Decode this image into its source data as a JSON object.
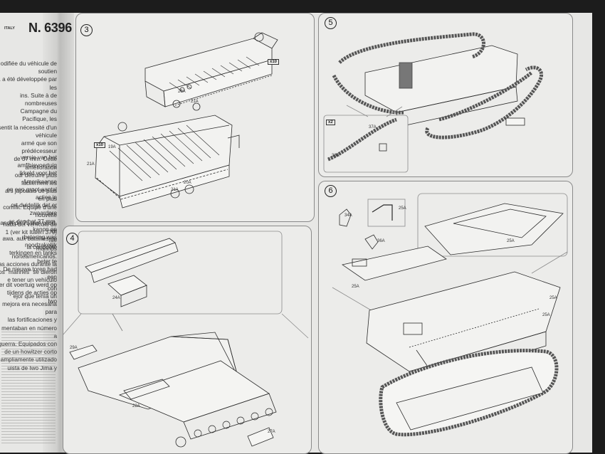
{
  "header": {
    "title": "N. 6396",
    "country": "ITALY"
  },
  "steps": {
    "s3": "3",
    "s4": "4",
    "s5": "5",
    "s6": "6"
  },
  "text_fr": "odifiée du véhicule de soutien\n1 a été développée par les\nins. Suite à de nombreuses\nCampagne du Pacifique, les\nsentit la nécessité d'un véhicule\narmé que son prédécesseur\n de 37 mm. Cette amélioration\nour détruire plus facilement les\nars japonais de plus en plus\ncomflit. Équipé d'une nouvelle\ncanon de 75 mm court, ce\nawa. aux batailles de la conquête",
  "text_nl": "versie van het amfibievoertuig\nikkeld voor het Amerikaanse\nen een groot aantal acties in\nort duidelijk dat er zwaardere\nas dan het 37 mm. kanon op\nrbetering was noodzakelijk\nterkingen en tanks beter te\nDe nieuwe toren had een\ner dit voertuig werd op\ntijdens de acties op Iwo",
  "text_es": "hada del vehículo de\n1 (ver kit Italeri 379) fue\nmarinos norteamericanos.\nas acciones durante la\nlos \"marines\" se dieron\ne tener un vehículo con\nejor que tenía un\nmejora era necesaria para\nlas fortificaciones y\nmentaban en número a\nguerra. Equipados con\nde un howitzer corto\nampliamente utilizado\nuista de Iwo Jima y",
  "parts": {
    "p3_20a": "20A",
    "p3_21a": "21A",
    "p3_x10a": "x10",
    "p3_x10b": "x10",
    "p3_19a": "19A",
    "p3_20a_b": "20A",
    "p3_21a_b": "21A",
    "p3_21a_c": "21A",
    "p5_x2": "x2",
    "p5_37a": "37A",
    "p5_38a": "38A",
    "p4_24a": "24A",
    "p4_29a": "29A",
    "p4_22a": "22A",
    "p4_27a": "27A",
    "p6_34a": "34A",
    "p6_25a": "25A",
    "p6_36a": "36A",
    "p6_25a_b": "25A",
    "p6_25a_c": "25A",
    "p6_25a_d": "25A",
    "p6_25a_e": "25A"
  }
}
